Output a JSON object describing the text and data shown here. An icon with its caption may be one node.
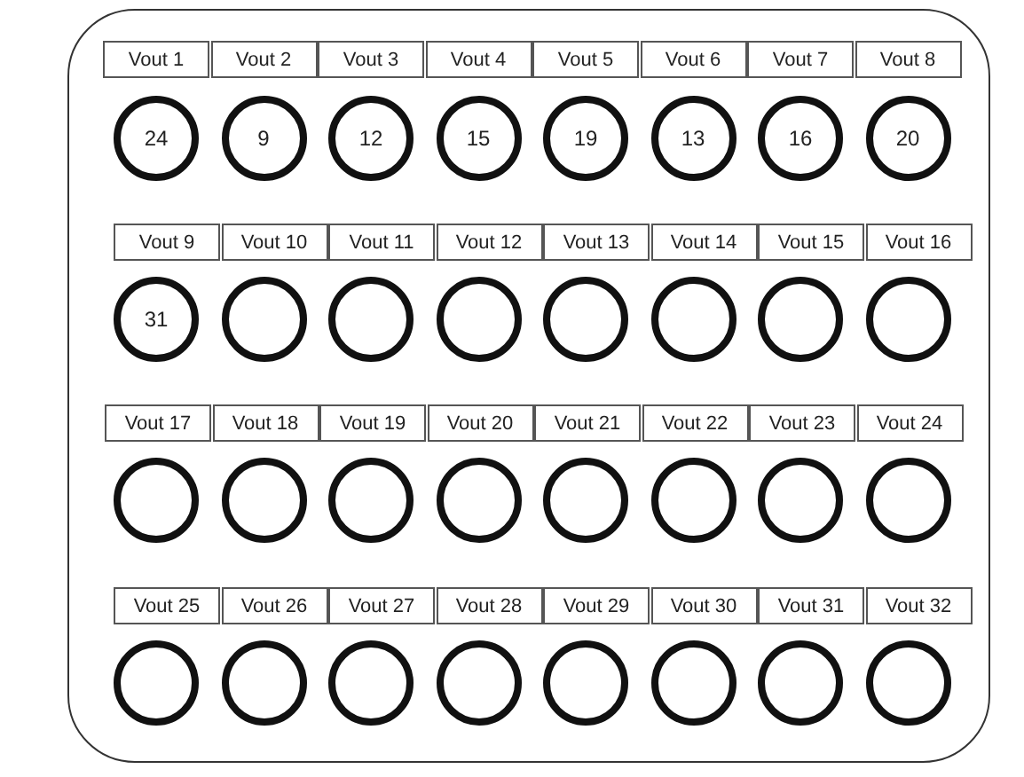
{
  "diagram": {
    "nodes": [
      {
        "text": [
          "Vout 1"
        ]
      },
      {
        "text": [
          "Vout 2"
        ]
      },
      {
        "text": [
          "Vout 3"
        ]
      },
      {
        "text": [
          "Vout 4"
        ]
      },
      {
        "text": [
          "Vout 5"
        ]
      },
      {
        "text": [
          "Vout 6"
        ]
      },
      {
        "text": [
          "Vout 7"
        ]
      },
      {
        "text": [
          "Vout 8"
        ]
      },
      {
        "text": [
          "24"
        ]
      },
      {
        "text": [
          "9"
        ]
      },
      {
        "text": [
          "12"
        ]
      },
      {
        "text": [
          "15"
        ]
      },
      {
        "text": [
          "19"
        ]
      },
      {
        "text": [
          "13"
        ]
      },
      {
        "text": [
          "16"
        ]
      },
      {
        "text": [
          "20"
        ]
      },
      {
        "text": [
          "Vout 9"
        ]
      },
      {
        "text": [
          "Vout 10"
        ]
      },
      {
        "text": [
          "Vout 11"
        ]
      },
      {
        "text": [
          "Vout 12"
        ]
      },
      {
        "text": [
          "Vout 13"
        ]
      },
      {
        "text": [
          "Vout 14"
        ]
      },
      {
        "text": [
          "Vout 15"
        ]
      },
      {
        "text": [
          "Vout 16"
        ]
      },
      {
        "text": [
          "31"
        ]
      },
      {
        "text": [],
        "shape": "circle"
      },
      {
        "text": [],
        "shape": "circle"
      },
      {
        "text": [],
        "shape": "circle"
      },
      {
        "text": [],
        "shape": "circle"
      },
      {
        "text": [],
        "shape": "circle"
      },
      {
        "text": [],
        "shape": "circle"
      },
      {
        "text": [],
        "shape": "circle"
      },
      {
        "text": [
          "Vout 17"
        ]
      },
      {
        "text": [
          "Vout 18"
        ]
      },
      {
        "text": [
          "Vout 19"
        ]
      },
      {
        "text": [
          "Vout 20"
        ]
      },
      {
        "text": [
          "Vout 21"
        ]
      },
      {
        "text": [
          "Vout 22"
        ]
      },
      {
        "text": [
          "Vout 23"
        ]
      },
      {
        "text": [
          "Vout 24"
        ]
      },
      {
        "text": [],
        "shape": "circle"
      },
      {
        "text": [],
        "shape": "circle"
      },
      {
        "text": [],
        "shape": "circle"
      },
      {
        "text": [],
        "shape": "circle"
      },
      {
        "text": [],
        "shape": "circle"
      },
      {
        "text": [],
        "shape": "circle"
      },
      {
        "text": [],
        "shape": "circle"
      },
      {
        "text": [],
        "shape": "circle"
      },
      {
        "text": [
          "Vout 25"
        ]
      },
      {
        "text": [
          "Vout 26"
        ]
      },
      {
        "text": [
          "Vout 27"
        ]
      },
      {
        "text": [
          "Vout 28"
        ]
      },
      {
        "text": [
          "Vout 29"
        ]
      },
      {
        "text": [
          "Vout 30"
        ]
      },
      {
        "text": [
          "Vout 31"
        ]
      },
      {
        "text": [
          "Vout 32"
        ]
      },
      {
        "text": [],
        "shape": "circle"
      },
      {
        "text": [],
        "shape": "circle"
      },
      {
        "text": [],
        "shape": "circle"
      },
      {
        "text": [],
        "shape": "circle"
      },
      {
        "text": [],
        "shape": "circle"
      },
      {
        "text": [],
        "shape": "circle"
      },
      {
        "text": [],
        "shape": "circle"
      },
      {
        "text": [],
        "shape": "circle"
      }
    ]
  }
}
